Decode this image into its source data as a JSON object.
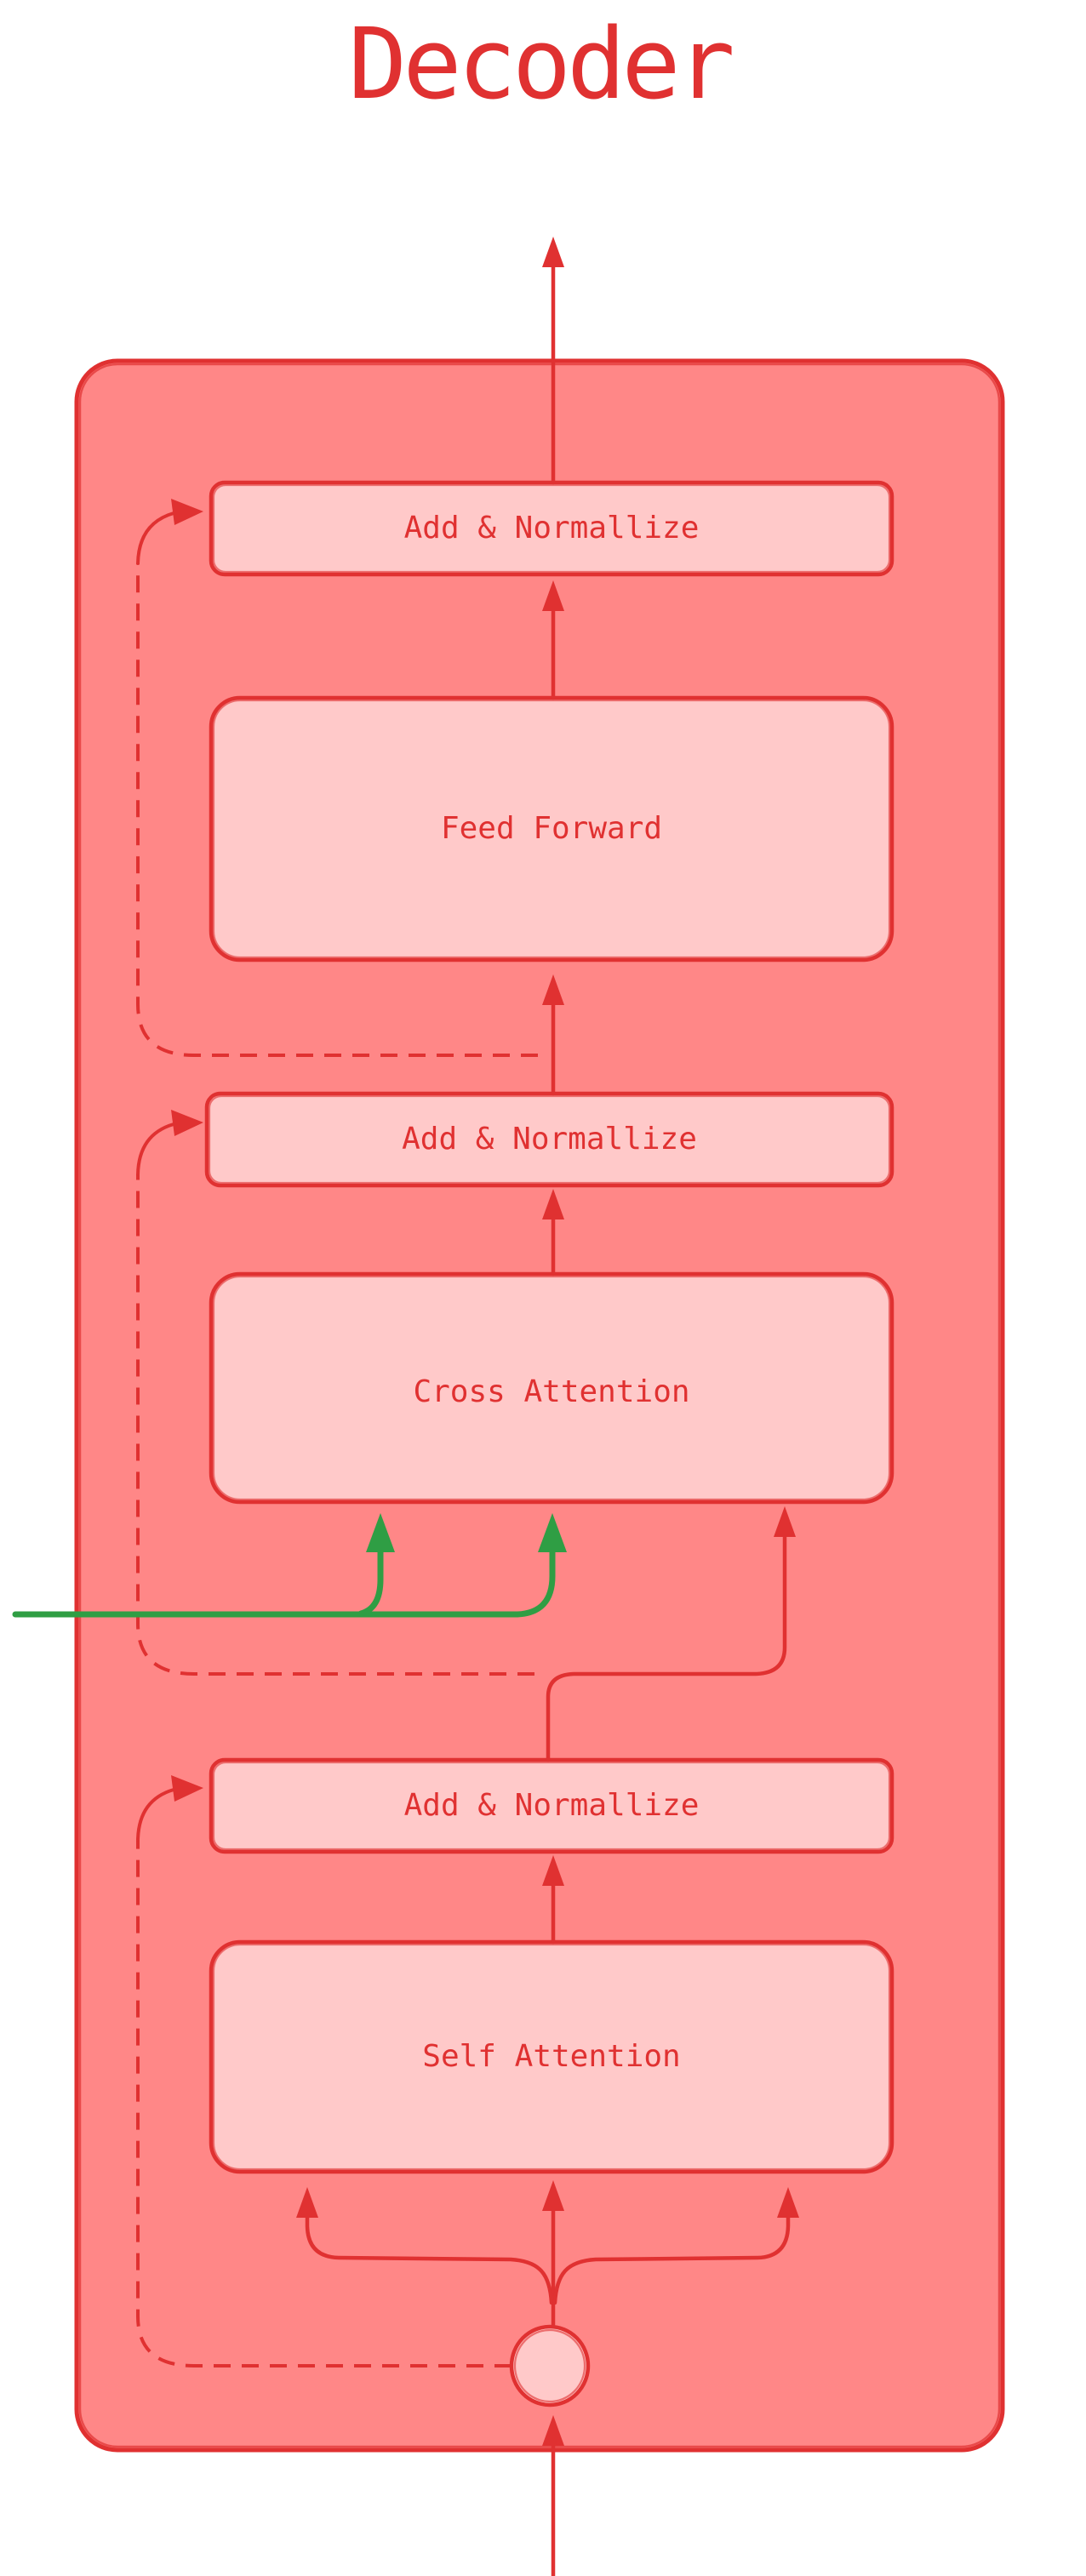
{
  "title": "Decoder",
  "colors": {
    "stroke_red": "#e03131",
    "container_fill": "#ff8787",
    "node_fill": "#ffc9c9",
    "arrow_green": "#2f9e44",
    "page_bg": "#ffffff",
    "text_red": "#e03131"
  },
  "nodes": {
    "add_norm_top": {
      "label": "Add & Normallize"
    },
    "feed_forward": {
      "label": "Feed Forward"
    },
    "add_norm_mid": {
      "label": "Add & Normallize"
    },
    "cross_attention": {
      "label": "Cross Attention"
    },
    "add_norm_bottom": {
      "label": "Add & Normallize"
    },
    "self_attention": {
      "label": "Self Attention"
    },
    "input_circle": {
      "label": ""
    }
  },
  "edges": [
    {
      "from": "add_norm_top",
      "to": "output",
      "style": "solid",
      "color": "red"
    },
    {
      "from": "feed_forward",
      "to": "add_norm_top",
      "style": "solid",
      "color": "red"
    },
    {
      "from": "add_norm_mid",
      "to": "feed_forward",
      "style": "solid",
      "color": "red"
    },
    {
      "from": "cross_attention",
      "to": "add_norm_mid",
      "style": "solid",
      "color": "red"
    },
    {
      "from": "add_norm_bottom",
      "to": "cross_attention",
      "style": "solid",
      "color": "red",
      "note": "routed right into bottom-right input of cross attention"
    },
    {
      "from": "encoder_left",
      "to": "cross_attention",
      "style": "solid",
      "color": "green",
      "count": 2
    },
    {
      "from": "self_attention",
      "to": "add_norm_bottom",
      "style": "solid",
      "color": "red"
    },
    {
      "from": "input_circle",
      "to": "self_attention",
      "style": "solid",
      "color": "red",
      "count": 3
    },
    {
      "from": "input",
      "to": "input_circle",
      "style": "solid",
      "color": "red"
    },
    {
      "from": "feed_forward_input",
      "to": "add_norm_top",
      "style": "dashed",
      "color": "red"
    },
    {
      "from": "cross_attention_input",
      "to": "add_norm_mid",
      "style": "dashed",
      "color": "red"
    },
    {
      "from": "input_circle",
      "to": "add_norm_bottom",
      "style": "dashed",
      "color": "red"
    }
  ]
}
